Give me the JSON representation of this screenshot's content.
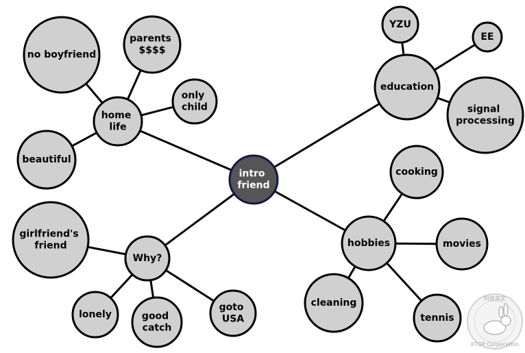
{
  "center": {
    "label": [
      "intro",
      "friend"
    ]
  },
  "branches": {
    "home_life": {
      "label": [
        "home",
        "life"
      ],
      "children": {
        "no_boyfriend": [
          "no boyfriend"
        ],
        "parents_money": [
          "parents",
          "$$$$"
        ],
        "only_child": [
          "only",
          "child"
        ],
        "beautiful": [
          "beautiful"
        ]
      }
    },
    "education": {
      "label": [
        "education"
      ],
      "children": {
        "yzu": [
          "YZU"
        ],
        "ee": [
          "EE"
        ],
        "signal_processing": [
          "signal",
          "processing"
        ]
      }
    },
    "why": {
      "label": [
        "Why?"
      ],
      "children": {
        "girlfriends_friend": [
          "girlfriend's",
          "friend"
        ],
        "lonely": [
          "lonely"
        ],
        "good_catch": [
          "good",
          "catch"
        ],
        "goto_usa": [
          "goto",
          "USA"
        ]
      }
    },
    "hobbies": {
      "label": [
        "hobbies"
      ],
      "children": {
        "cooking": [
          "cooking"
        ],
        "movies": [
          "movies"
        ],
        "cleaning": [
          "cleaning"
        ],
        "tennis": [
          "tennis"
        ]
      }
    }
  },
  "colors": {
    "node_fill": "#d0d0d0",
    "center_fill": "#555555",
    "center_stroke": "#101848",
    "line": "#000000"
  },
  "watermark": {
    "top_text": "科技英文",
    "bottom_text": "XTOP Corporation",
    "icon": "rabbit-logo"
  }
}
